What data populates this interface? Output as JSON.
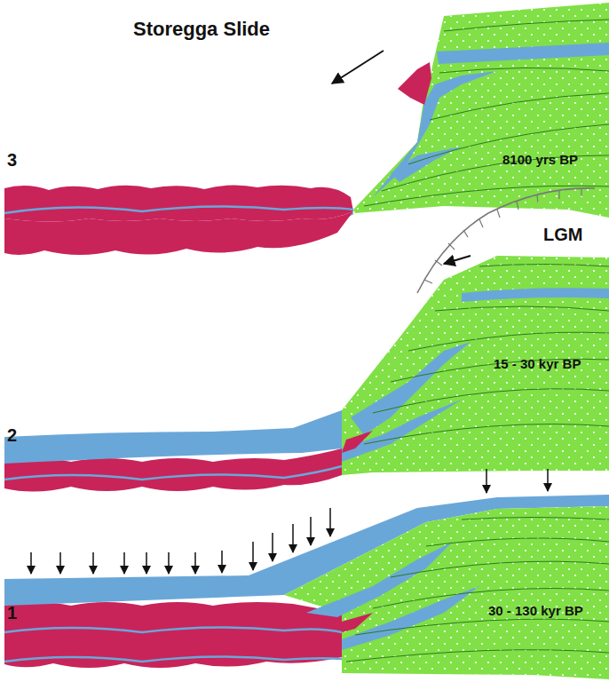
{
  "diagram": {
    "labels": [
      "Storegga Slide",
      "3",
      "8100 yrs BP",
      "LGM",
      "2",
      "15 - 30 kyr BP",
      "1",
      "30 - 130 kyr BP"
    ]
  }
}
